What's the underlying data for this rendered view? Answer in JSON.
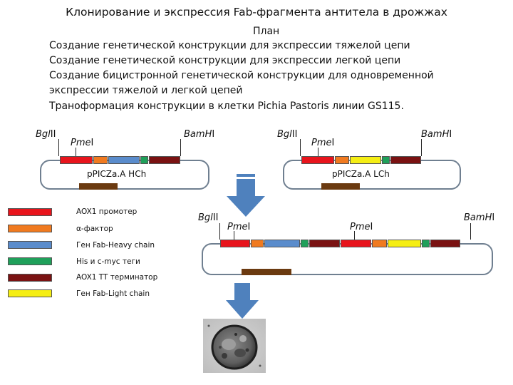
{
  "title": "Клонирование и экспрессия Fab-фрагмента антитела в дрожжах",
  "plan": {
    "heading": "План",
    "lines": [
      "Создание генетической конструкции для экспрессии тяжелой цепи",
      "Создание генетической конструкции для экспрессии легкой цепи",
      "Создание бицистронной генетической конструкции для одновременной",
      "экспрессии тяжелой и легкой цепей",
      "Траноформация конструкции в клетки Pichia Pastoris линии GS115."
    ]
  },
  "sites": {
    "bgl": "Bgl",
    "bgl_suffix": "II",
    "pme": "Pme",
    "pme_suffix": "I",
    "bam": "Bam",
    "bam_mid": "H",
    "bam_suffix": "I"
  },
  "plasmids": {
    "heavy": "pPICZa.A HCh",
    "light": "pPICZa.A LCh"
  },
  "legend": [
    {
      "label": "AOX1 промотер",
      "color": "#e8141c"
    },
    {
      "label": "α-фактор",
      "color": "#f07a20"
    },
    {
      "label": "Ген Fab-Heavy chain",
      "color": "#5a8ccc"
    },
    {
      "label": "His и c-myc теги",
      "color": "#1fa05a"
    },
    {
      "label": "AOX1 TT терминатор",
      "color": "#7a1212"
    },
    {
      "label": "Ген Fab-Light chain",
      "color": "#f5ee14"
    }
  ],
  "colors": {
    "arrow": "#4f81bd",
    "ring": "#6f7f90",
    "resistance": "#6b3a10"
  }
}
